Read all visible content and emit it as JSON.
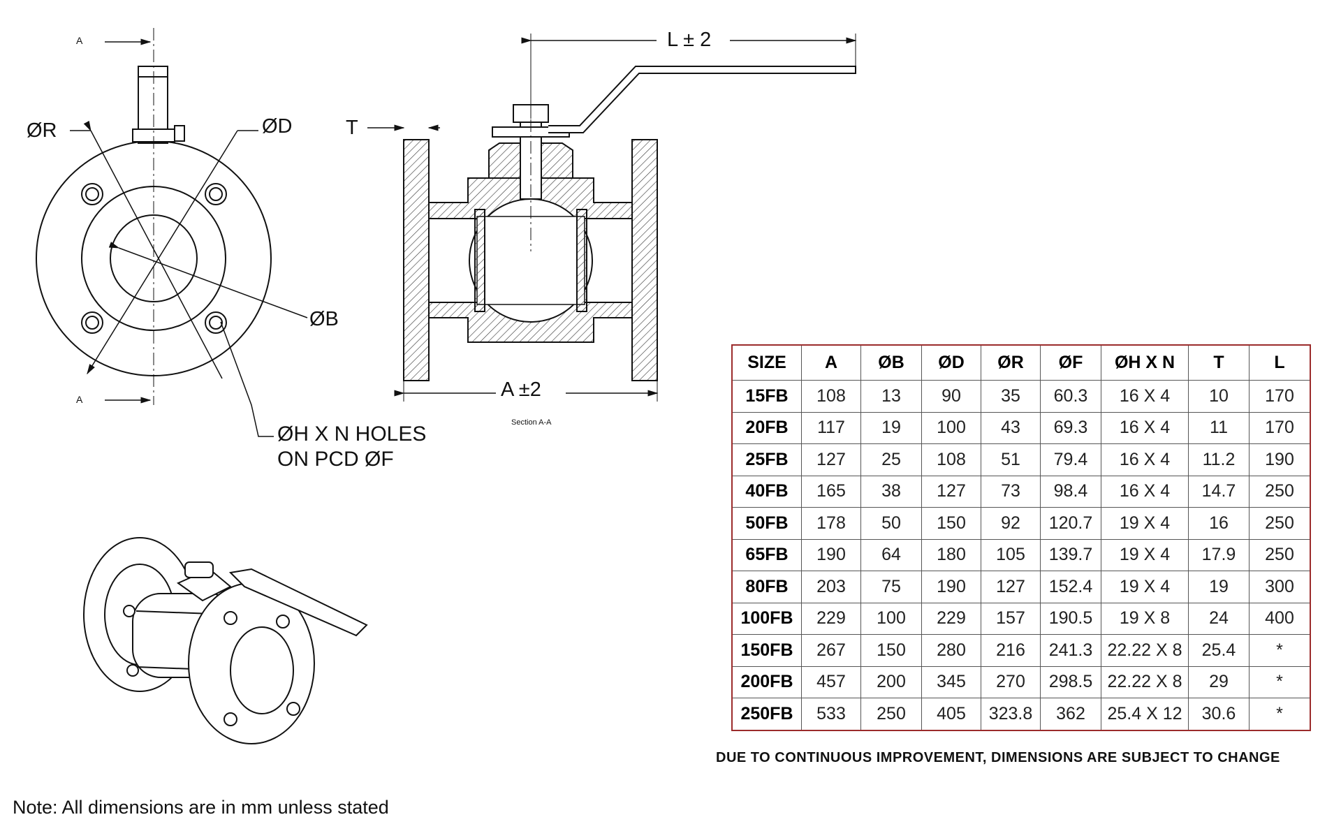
{
  "drawing_labels": {
    "section_arrow_top": "A",
    "section_arrow_bottom": "A",
    "dia_r": "ØR",
    "dia_d": "ØD",
    "dia_b": "ØB",
    "thickness": "T",
    "length": "L ± 2",
    "face_to_face": "A  ±2",
    "section_caption": "Section A-A",
    "holes_line1": "ØH X N HOLES",
    "holes_line2": "ON PCD ØF"
  },
  "table": {
    "headers": [
      "SIZE",
      "A",
      "ØB",
      "ØD",
      "ØR",
      "ØF",
      "ØH X N",
      "T",
      "L"
    ],
    "rows": [
      [
        "15FB",
        "108",
        "13",
        "90",
        "35",
        "60.3",
        "16 X 4",
        "10",
        "170"
      ],
      [
        "20FB",
        "117",
        "19",
        "100",
        "43",
        "69.3",
        "16 X 4",
        "11",
        "170"
      ],
      [
        "25FB",
        "127",
        "25",
        "108",
        "51",
        "79.4",
        "16 X 4",
        "11.2",
        "190"
      ],
      [
        "40FB",
        "165",
        "38",
        "127",
        "73",
        "98.4",
        "16 X 4",
        "14.7",
        "250"
      ],
      [
        "50FB",
        "178",
        "50",
        "150",
        "92",
        "120.7",
        "19 X 4",
        "16",
        "250"
      ],
      [
        "65FB",
        "190",
        "64",
        "180",
        "105",
        "139.7",
        "19 X 4",
        "17.9",
        "250"
      ],
      [
        "80FB",
        "203",
        "75",
        "190",
        "127",
        "152.4",
        "19 X 4",
        "19",
        "300"
      ],
      [
        "100FB",
        "229",
        "100",
        "229",
        "157",
        "190.5",
        "19 X 8",
        "24",
        "400"
      ],
      [
        "150FB",
        "267",
        "150",
        "280",
        "216",
        "241.3",
        "22.22 X 8",
        "25.4",
        "*"
      ],
      [
        "200FB",
        "457",
        "200",
        "345",
        "270",
        "298.5",
        "22.22 X 8",
        "29",
        "*"
      ],
      [
        "250FB",
        "533",
        "250",
        "405",
        "323.8",
        "362",
        "25.4 X 12",
        "30.6",
        "*"
      ]
    ]
  },
  "disclaimer": "DUE TO CONTINUOUS IMPROVEMENT, DIMENSIONS ARE SUBJECT TO CHANGE",
  "note": "Note: All dimensions are in mm unless stated"
}
